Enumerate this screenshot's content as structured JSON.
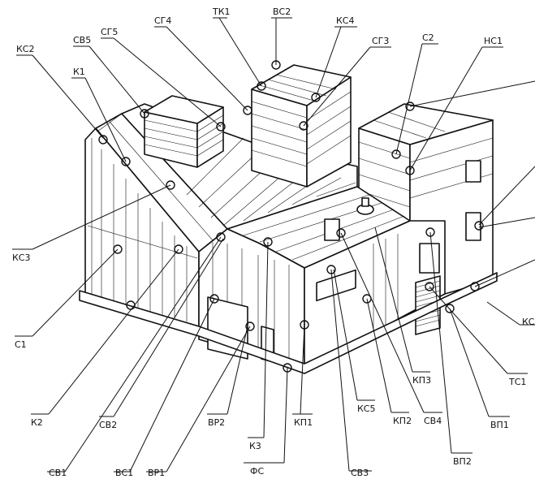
{
  "labels": {
    "KC2": "КС2",
    "CB5": "СВ5",
    "CG5": "СГ5",
    "CG4": "СГ4",
    "TK1": "ТК1",
    "BC2": "ВС2",
    "KC4": "КС4",
    "CG3": "СГ3",
    "C2": "С2",
    "HC1": "НС1",
    "K1": "К1",
    "KC3": "КС3",
    "C1": "С1",
    "K2": "К2",
    "CB2": "СВ2",
    "CB1": "СВ1",
    "BC1": "ВС1",
    "BP1": "ВР1",
    "BP2": "ВР2",
    "K3": "К3",
    "FC": "ФС",
    "KP1": "КП1",
    "CB3": "СВ3",
    "KC5": "КС5",
    "KP2": "КП2",
    "KP3": "КП3",
    "CB4": "СВ4",
    "BP2b": "ВП2",
    "BP1b": "ВП1",
    "TC1": "ТС1",
    "KC_cut": "КС"
  },
  "colors": {
    "line": "#111111",
    "background": "#ffffff"
  }
}
